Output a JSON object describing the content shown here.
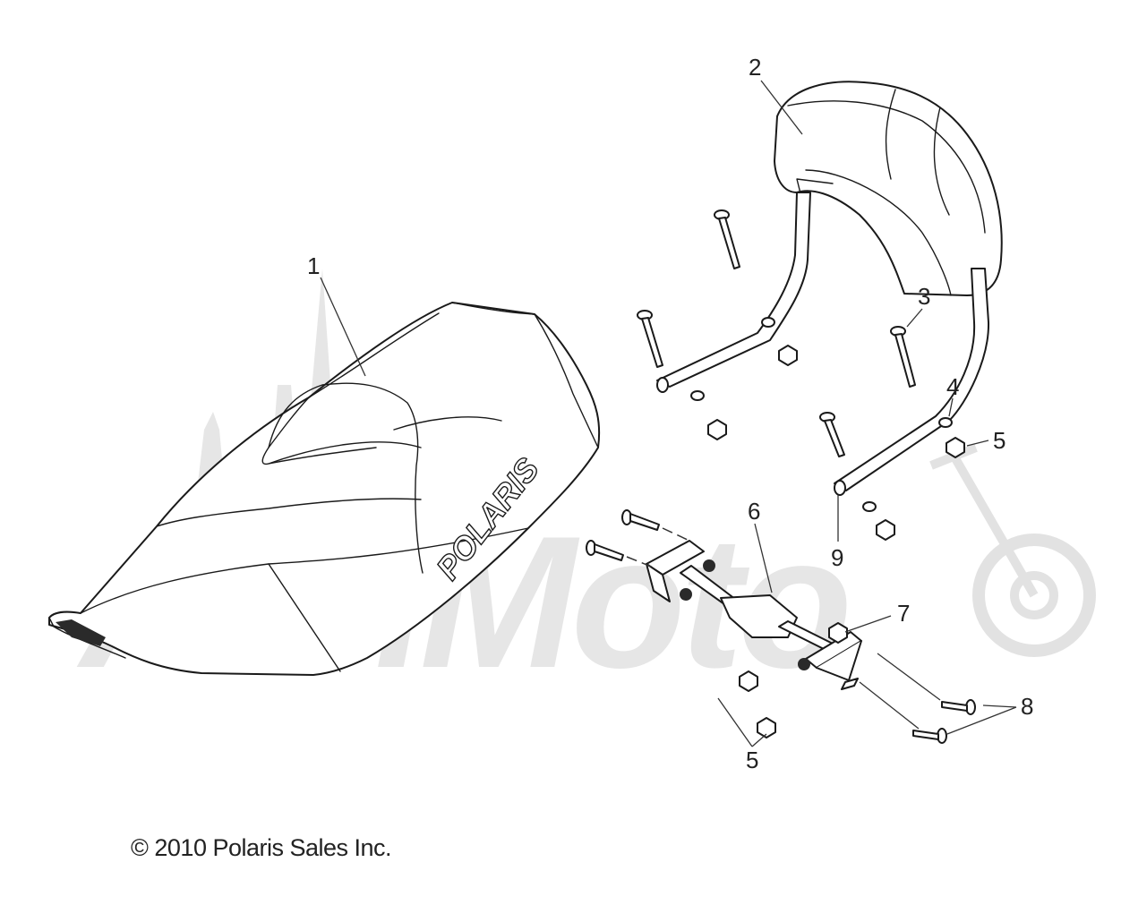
{
  "callouts": {
    "c1": "1",
    "c2": "2",
    "c3": "3",
    "c4": "4",
    "c5a": "5",
    "c6": "6",
    "c7": "7",
    "c8": "8",
    "c9": "9",
    "c5b": "5"
  },
  "seat_logo": "POLARIS",
  "watermark": "AshMoto",
  "copyright": "© 2010 Polaris Sales Inc.",
  "colors": {
    "line": "#1a1a1a",
    "watermark": "#e6e6e6",
    "background": "#ffffff"
  }
}
